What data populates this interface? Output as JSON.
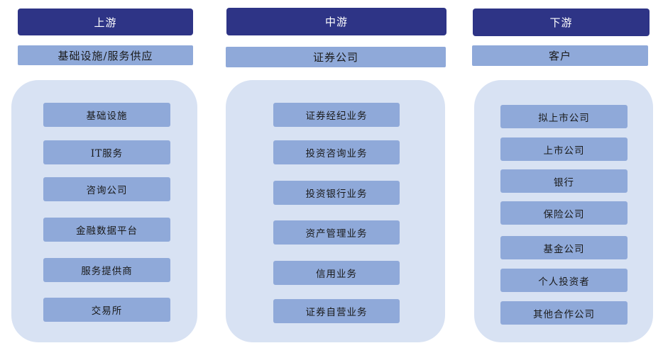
{
  "columns": [
    {
      "header": "上游",
      "subheader": "基础设施/服务供应",
      "items": [
        "基础设施",
        "IT服务",
        "咨询公司",
        "金融数据平台",
        "服务提供商",
        "交易所"
      ]
    },
    {
      "header": "中游",
      "subheader": "证券公司",
      "items": [
        "证券经纪业务",
        "投资咨询业务",
        "投资银行业务",
        "资产管理业务",
        "信用业务",
        "证券自营业务"
      ]
    },
    {
      "header": "下游",
      "subheader": "客户",
      "items": [
        "拟上市公司",
        "上市公司",
        "银行",
        "保险公司",
        "基金公司",
        "个人投资者",
        "其他合作公司"
      ]
    }
  ]
}
